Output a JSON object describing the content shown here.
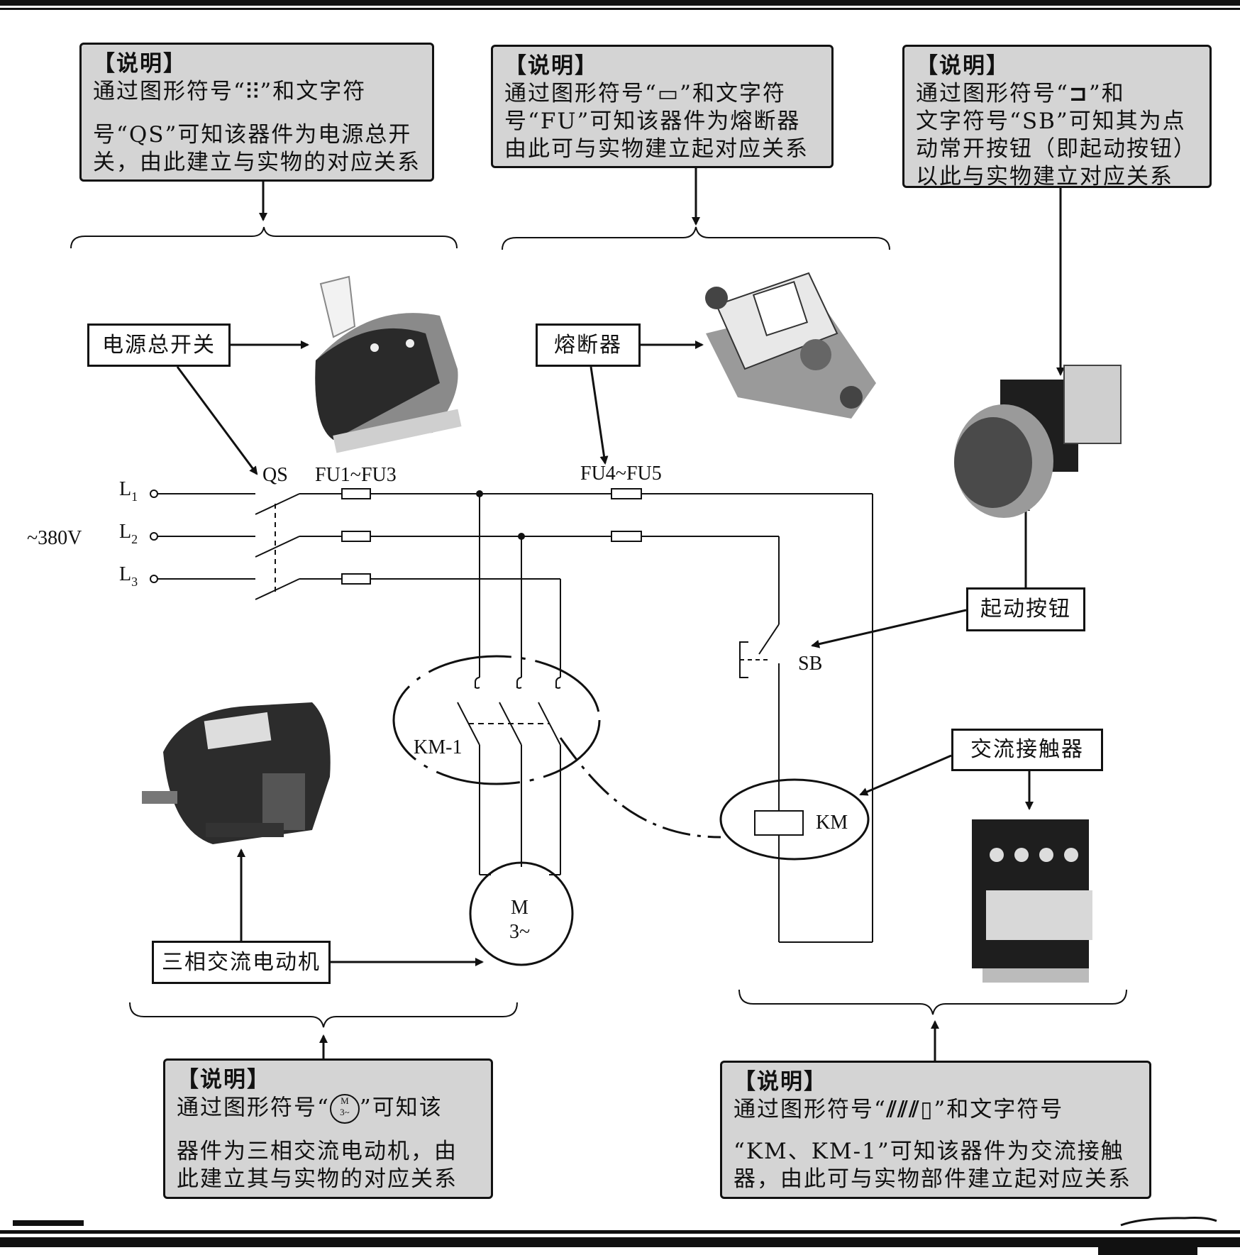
{
  "notes": {
    "qs": {
      "header": "【说明】",
      "line1": "通过图形符号“",
      "symbol": "⫶⫶",
      "line1b": "”和文字符",
      "line2": "号“QS”可知该器件为电源总开",
      "line3": "关，由此建立与实物的对应关系"
    },
    "fu": {
      "header": "【说明】",
      "line1": "通过图形符号“",
      "symbol": "▭",
      "line1b": "”和文字符",
      "line2": "号“FU”可知该器件为熔断器",
      "line3": "由此可与实物建立起对应关系"
    },
    "sb": {
      "header": "【说明】",
      "line1": "通过图形符号“",
      "symbol": "⊐",
      "line1b": "”和",
      "line2": "文字符号“SB”可知其为点",
      "line3": "动常开按钮（即起动按钮）",
      "line4": "以此与实物建立对应关系"
    },
    "m": {
      "header": "【说明】",
      "line1": "通过图形符号“",
      "symbol_top": "M",
      "symbol_bottom": "3~",
      "line1b": "”可知该",
      "line2": "器件为三相交流电动机，由",
      "line3": "此建立其与实物的对应关系"
    },
    "km": {
      "header": "【说明】",
      "line1": "通过图形符号“",
      "symbol": "⫽⫽⫽▯",
      "line1b": "”和文字符号",
      "line2": "“KM、KM-1”可知该器件为交流接触",
      "line3": "器，由此可与实物部件建立起对应关系"
    }
  },
  "labels": {
    "qs": "电源总开关",
    "fu": "熔断器",
    "sb": "起动按钮",
    "km": "交流接触器",
    "motor": "三相交流电动机"
  },
  "circuit": {
    "voltage": "~380V",
    "l1": "L",
    "l1_sub": "1",
    "l2": "L",
    "l2_sub": "2",
    "l3": "L",
    "l3_sub": "3",
    "qs": "QS",
    "fu1": "FU1~FU3",
    "fu4": "FU4~FU5",
    "sb": "SB",
    "km1": "KM-1",
    "km": "KM",
    "motor_top": "M",
    "motor_bottom": "3~"
  }
}
